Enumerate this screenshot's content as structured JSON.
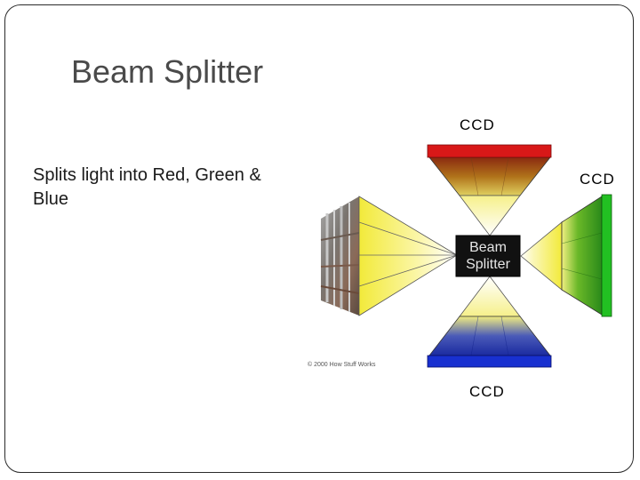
{
  "slide": {
    "title": "Beam Splitter",
    "body": "Splits light into Red, Green & Blue"
  },
  "diagram": {
    "ccd_top": "CCD",
    "ccd_right": "CCD",
    "ccd_bottom": "CCD",
    "splitter_line1": "Beam",
    "splitter_line2": "Splitter",
    "copyright": "© 2000 How Stuff Works",
    "colors": {
      "red_ccd": "#d81818",
      "green_ccd": "#22c022",
      "blue_ccd": "#1830d0",
      "light_cone": "#f5ef6a",
      "splitter_box": "#111111"
    }
  }
}
